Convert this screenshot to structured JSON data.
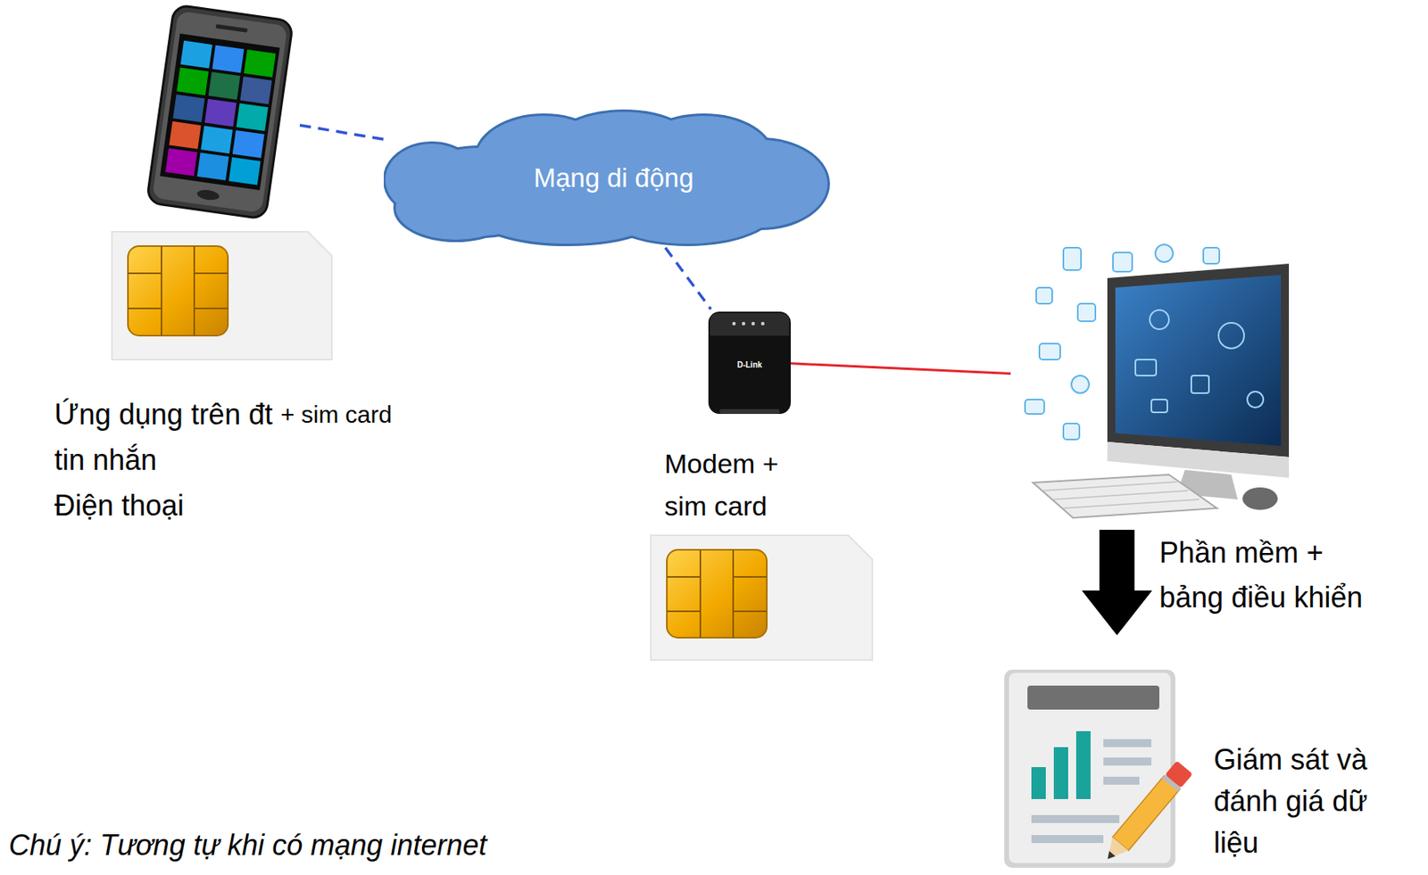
{
  "diagram": {
    "nodes": [
      {
        "text": [
          "Ứng dụng trên đt",
          "+ sim card",
          "tin nhắn",
          "Điện thoại"
        ]
      },
      {
        "text": [
          "Mạng di động"
        ]
      },
      {
        "text": [
          "Modem + sim card"
        ]
      },
      {
        "text": [
          "Phần mềm + bảng điều khiển"
        ]
      },
      {
        "text": [
          "Giám sát và đánh giá dữ liệu"
        ]
      }
    ],
    "edges": [
      {
        "from": 0,
        "to": 1,
        "arrow": "none"
      },
      {
        "from": 1,
        "to": 2,
        "arrow": "none"
      },
      {
        "from": 2,
        "to": 3,
        "arrow": "none"
      },
      {
        "from": 3,
        "to": 4,
        "arrow": "to"
      }
    ],
    "labels": [
      "D-Link",
      "Chú ý: Tương tự khi có mạng internet"
    ]
  }
}
